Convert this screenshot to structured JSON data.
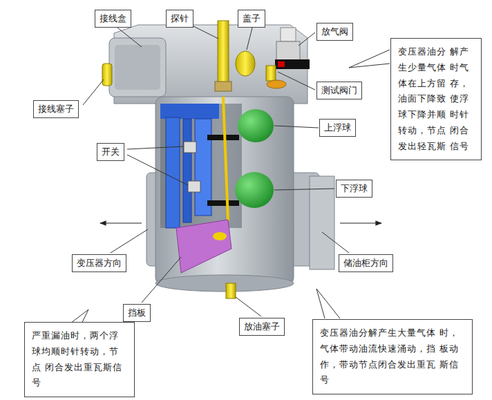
{
  "diagram": {
    "nodes": [
      {
        "text": [
          "接线盒"
        ]
      },
      {
        "text": [
          "探针"
        ]
      },
      {
        "text": [
          "盖子"
        ]
      },
      {
        "text": [
          "放气阀"
        ]
      },
      {
        "text": [
          "变压器油分 解产生少量气体 时气体在上方留 存，油面下降致 使浮球下降并顺 时针转动，节点 闭合发出轻瓦斯 信号"
        ]
      },
      {
        "text": [
          "接线塞子"
        ]
      },
      {
        "text": [
          "测试阀门"
        ]
      },
      {
        "text": [
          "上浮球"
        ]
      },
      {
        "text": [
          "开关"
        ]
      },
      {
        "text": [
          "下浮球"
        ]
      },
      {
        "text": [
          "变压器方向"
        ]
      },
      {
        "text": [
          "储油柜方向"
        ]
      },
      {
        "text": [
          "挡板"
        ]
      },
      {
        "text": [
          "放油塞子"
        ]
      },
      {
        "text": [
          "严重漏油时，两个浮 球均顺时针转动，节点 闭合发出重瓦斯信号"
        ]
      },
      {
        "text": [
          "变压器油分解产生大量气体 时，气体带动油流快速涌动，挡 板动作，带动节点闭合发出重瓦 斯信号"
        ]
      }
    ]
  }
}
